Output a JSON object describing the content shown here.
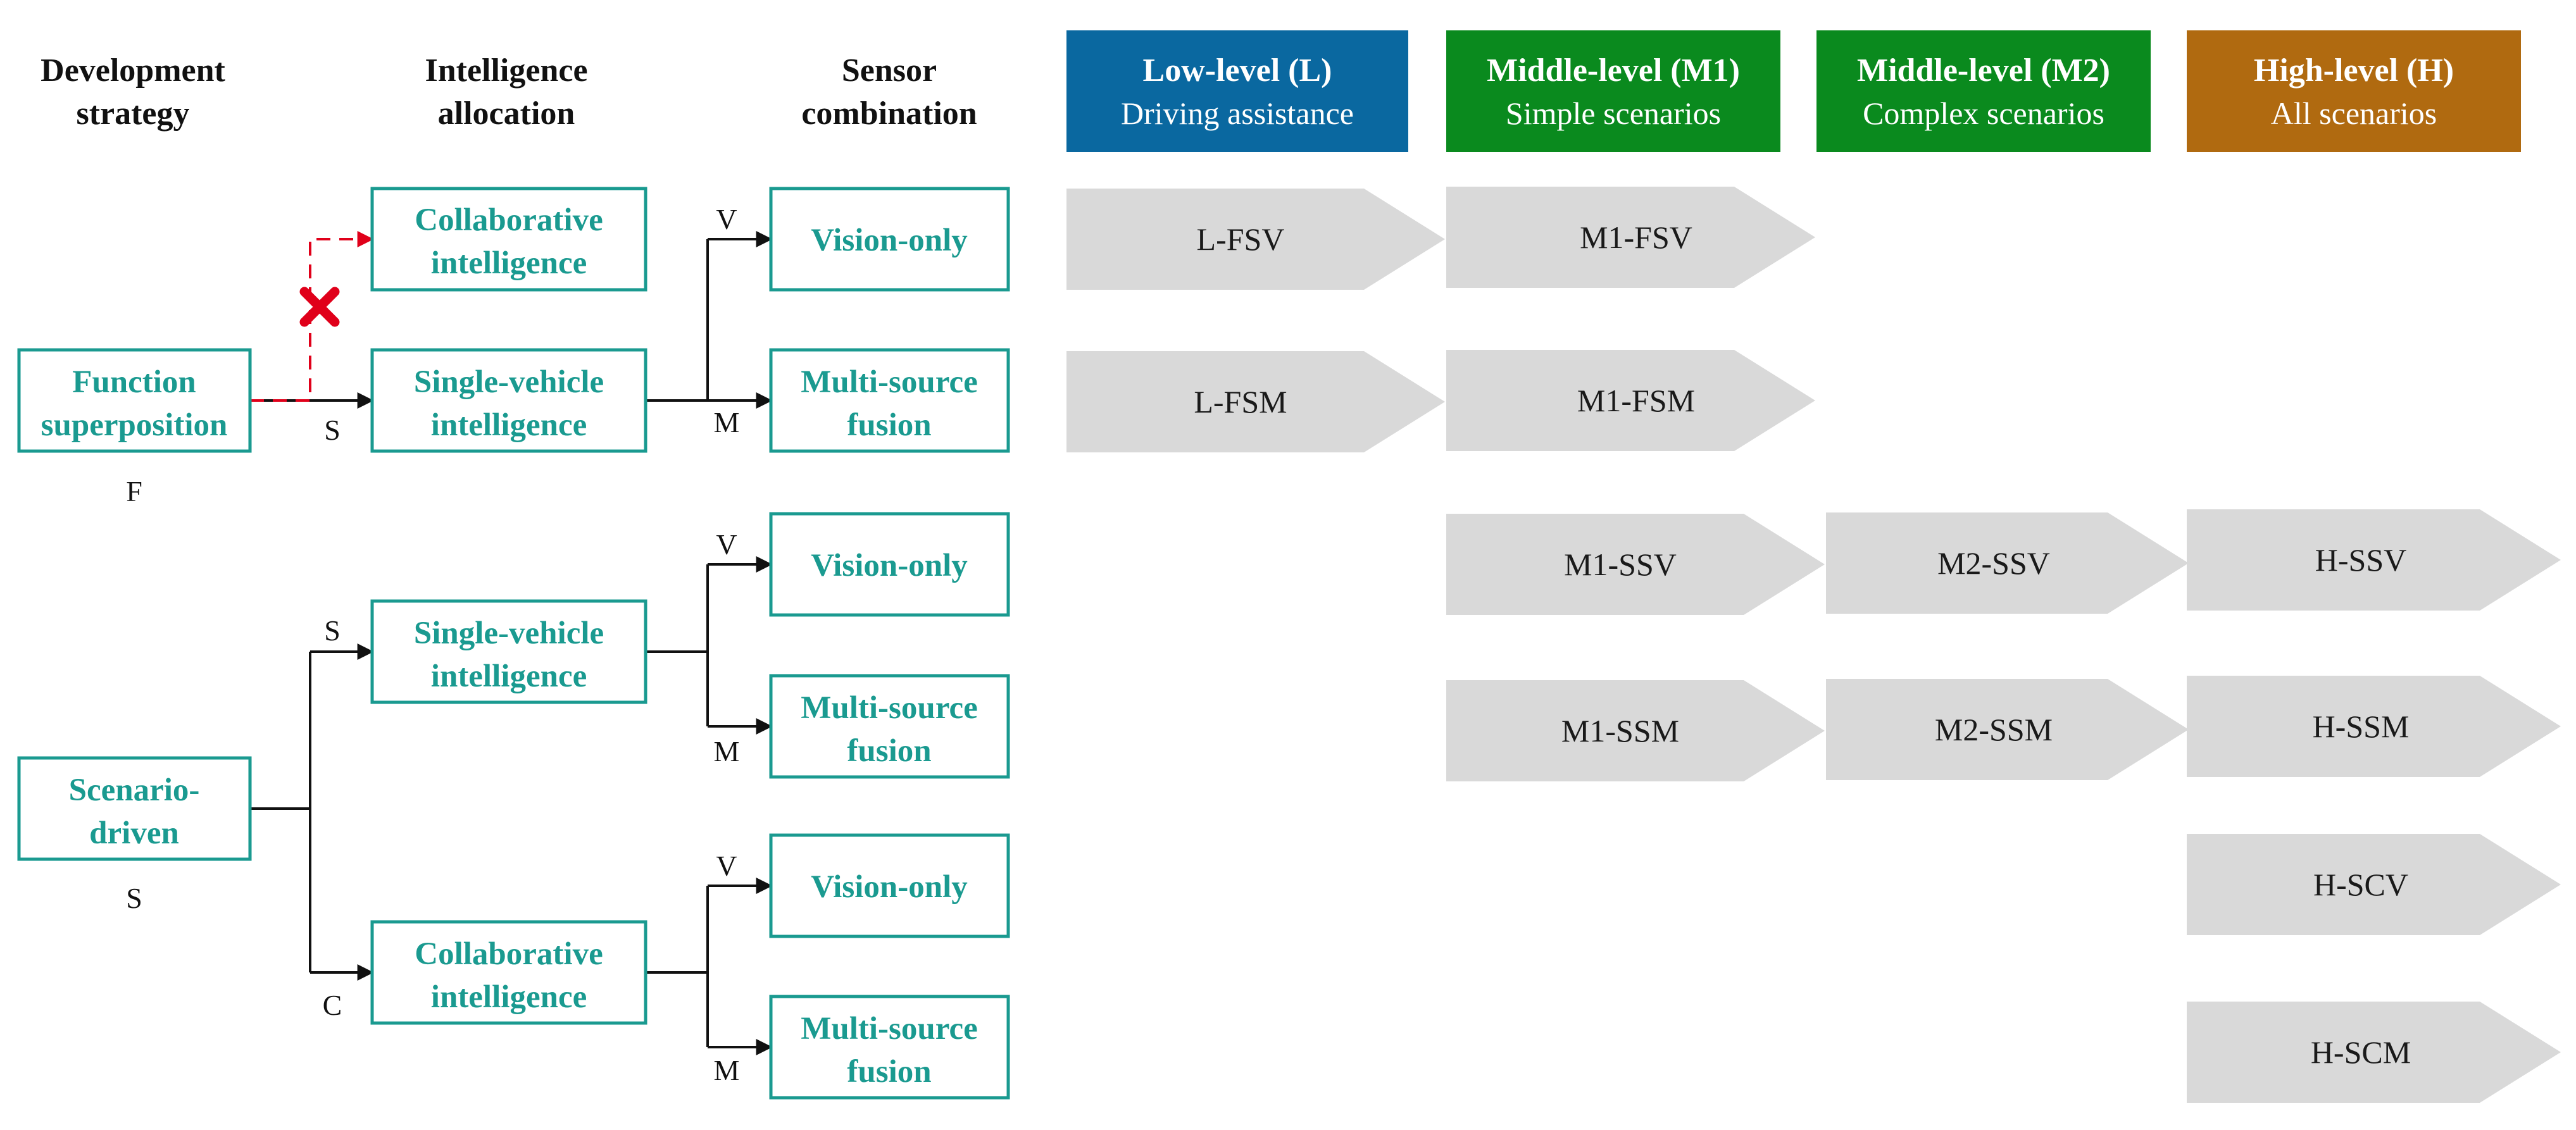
{
  "colors": {
    "teal": "#1a9a90",
    "low": "#0a68a0",
    "middle": "#0a8a1e",
    "high": "#b06a10",
    "chevron": "#d9d9d9",
    "reject": "#e0001a"
  },
  "headers": {
    "development_strategy": [
      "Development",
      "strategy"
    ],
    "intelligence_allocation": [
      "Intelligence",
      "allocation"
    ],
    "sensor_combination": [
      "Sensor",
      "combination"
    ]
  },
  "strategies": {
    "function": {
      "lines": [
        "Function",
        "superposition"
      ],
      "code": "F"
    },
    "scenario": {
      "lines": [
        "Scenario-",
        "driven"
      ],
      "code": "S"
    }
  },
  "allocation": {
    "collab_top": [
      "Collaborative",
      "intelligence"
    ],
    "single_top": [
      "Single-vehicle",
      "intelligence"
    ],
    "single_mid": [
      "Single-vehicle",
      "intelligence"
    ],
    "collab_bottom": [
      "Collaborative",
      "intelligence"
    ]
  },
  "sensors": {
    "vision": [
      "Vision-only"
    ],
    "multi": [
      "Multi-source",
      "fusion"
    ]
  },
  "edge_labels": {
    "s": "S",
    "c": "C",
    "v": "V",
    "m": "M"
  },
  "levels": [
    {
      "title": "Low-level (L)",
      "subtitle": "Driving assistance",
      "color_key": "low"
    },
    {
      "title": "Middle-level (M1)",
      "subtitle": "Simple scenarios",
      "color_key": "middle"
    },
    {
      "title": "Middle-level (M2)",
      "subtitle": "Complex scenarios",
      "color_key": "middle"
    },
    {
      "title": "High-level (H)",
      "subtitle": "All scenarios",
      "color_key": "high"
    }
  ],
  "chevrons": {
    "L-FSV": "L-FSV",
    "M1-FSV": "M1-FSV",
    "L-FSM": "L-FSM",
    "M1-FSM": "M1-FSM",
    "M1-SSV": "M1-SSV",
    "M2-SSV": "M2-SSV",
    "H-SSV": "H-SSV",
    "M1-SSM": "M1-SSM",
    "M2-SSM": "M2-SSM",
    "H-SSM": "H-SSM",
    "H-SCV": "H-SCV",
    "H-SCM": "H-SCM"
  }
}
